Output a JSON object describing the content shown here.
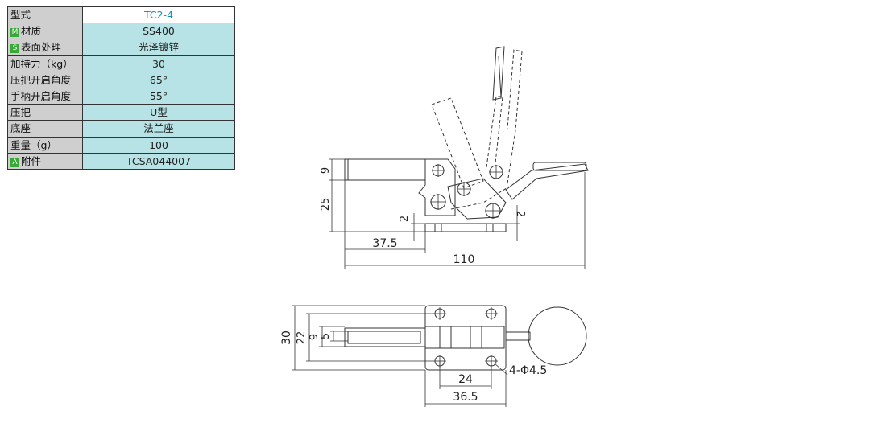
{
  "spec_table": {
    "rows": [
      {
        "key": "型式",
        "value": "TC2-4",
        "tag": ""
      },
      {
        "key": "材质",
        "value": "SS400",
        "tag": "M"
      },
      {
        "key": "表面处理",
        "value": "光泽镀锌",
        "tag": "S"
      },
      {
        "key": "加持力（kg）",
        "value": "30",
        "tag": ""
      },
      {
        "key": "压把开启角度",
        "value": "65°",
        "tag": ""
      },
      {
        "key": "手柄开启角度",
        "value": "55°",
        "tag": ""
      },
      {
        "key": "压把",
        "value": "U型",
        "tag": ""
      },
      {
        "key": "底座",
        "value": "法兰座",
        "tag": ""
      },
      {
        "key": "重量（g）",
        "value": "100",
        "tag": ""
      },
      {
        "key": "附件",
        "value": "TCSA044007",
        "tag": "A"
      }
    ]
  },
  "side_view": {
    "dim_9": "9",
    "dim_25": "25",
    "dim_2_left": "2",
    "dim_2_right": "2",
    "dim_37_5": "37.5",
    "dim_110": "110"
  },
  "top_view": {
    "dim_30": "30",
    "dim_22": "22",
    "dim_9": "9",
    "dim_5": "5",
    "dim_24": "24",
    "dim_36_5": "36.5",
    "hole_note": "4-Φ4.5"
  },
  "colors": {
    "line": "#333333",
    "header_value": "#1a8fb4",
    "value_bg": "#b8e3e6",
    "key_bg": "#cfcfcf",
    "tag_bg": "#3aa838"
  }
}
